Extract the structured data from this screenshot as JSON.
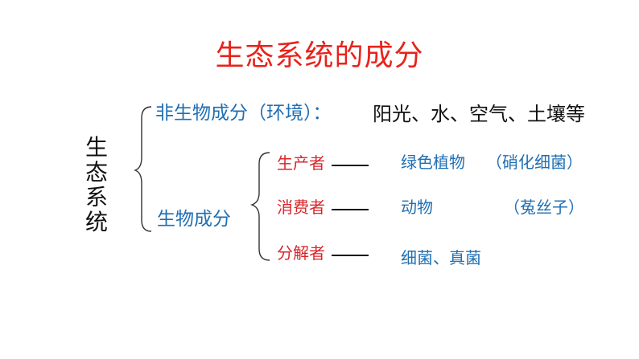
{
  "title": "生态系统的成分",
  "root": "生态系统",
  "abiotic": {
    "label": "非生物成分（环境）：",
    "value": "阳光、水、空气、土壤等"
  },
  "biotic": {
    "label": "生物成分",
    "roles": [
      {
        "label": "生产者",
        "example": "绿色植物",
        "note": "（硝化细菌）"
      },
      {
        "label": "消费者",
        "example": "动物",
        "note": "（菟丝子）"
      },
      {
        "label": "分解者",
        "example": "细菌、真菌",
        "note": ""
      }
    ]
  },
  "colors": {
    "title": "#e8231b",
    "component": "#1f6fb3",
    "role": "#d8262b",
    "text": "#111111"
  }
}
